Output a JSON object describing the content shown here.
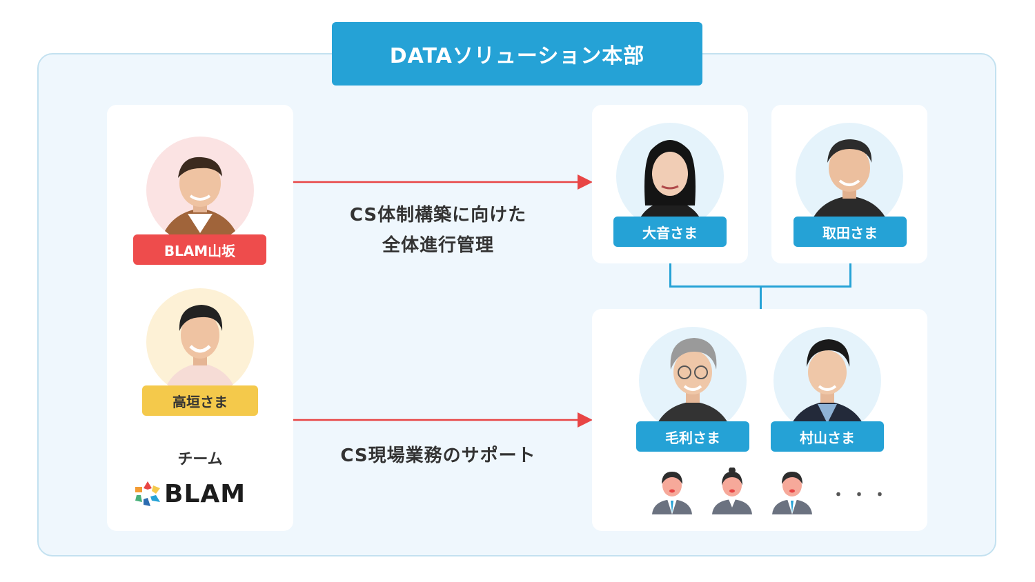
{
  "department": {
    "title": "DATAソリューション本部"
  },
  "blam_team": {
    "members": [
      {
        "name": "BLAM山坂",
        "tag_color": "#ee4c4c",
        "avatar_bg": "#fbe3e3"
      },
      {
        "name": "高垣さま",
        "tag_color": "#f4c94b",
        "avatar_bg": "#fdf1d6"
      }
    ],
    "team_label": "チーム",
    "logo_text": "BLAM"
  },
  "relations": [
    {
      "line1": "CS体制構築に向けた",
      "line2": "全体進行管理"
    },
    {
      "line1": "CS現場業務のサポート"
    }
  ],
  "managers": [
    {
      "name": "大音さま"
    },
    {
      "name": "取田さま"
    }
  ],
  "staff": {
    "members": [
      {
        "name": "毛利さま"
      },
      {
        "name": "村山さま"
      }
    ],
    "more": "・・・"
  },
  "colors": {
    "accent": "#25a2d6",
    "arrow": "#e84545",
    "panel": "#eff7fd"
  }
}
